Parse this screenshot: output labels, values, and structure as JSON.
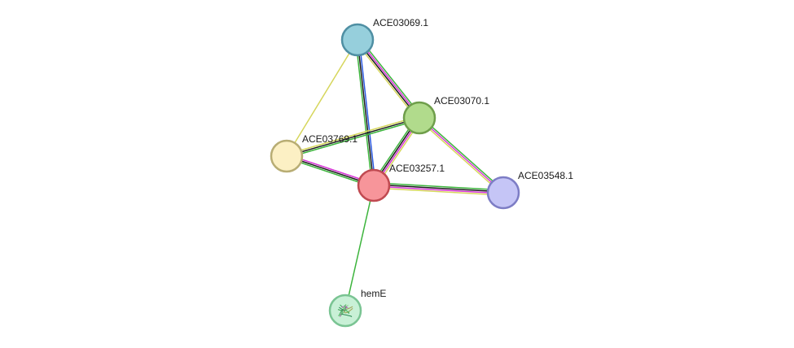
{
  "nodes": [
    {
      "id": "ACE03069.1",
      "label": "ACE03069.1",
      "fill": "#96cfdc",
      "stroke": "#4f8fa3"
    },
    {
      "id": "ACE03070.1",
      "label": "ACE03070.1",
      "fill": "#b1db8c",
      "stroke": "#6f9e4b"
    },
    {
      "id": "ACE03769.1",
      "label": "ACE03769.1",
      "fill": "#fcf0c4",
      "stroke": "#b8ad74"
    },
    {
      "id": "ACE03257.1",
      "label": "ACE03257.1",
      "fill": "#f7959a",
      "stroke": "#c04a51"
    },
    {
      "id": "ACE03548.1",
      "label": "ACE03548.1",
      "fill": "#c5c5f6",
      "stroke": "#7d7dc5"
    },
    {
      "id": "hemE",
      "label": "hemE",
      "fill": "#c8f0d6",
      "stroke": "#7ac493",
      "has_structure": true
    }
  ],
  "edges": [
    {
      "source": "ACE03069.1",
      "target": "ACE03257.1",
      "evidence_colors": [
        "#2a58e0",
        "#1b1b1b",
        "#3cb43c"
      ]
    },
    {
      "source": "ACE03069.1",
      "target": "ACE03070.1",
      "evidence_colors": [
        "#3cb43c",
        "#d633d6",
        "#1b1b1b",
        "#d6d65c"
      ]
    },
    {
      "source": "ACE03069.1",
      "target": "ACE03769.1",
      "evidence_colors": [
        "#d6d65c"
      ]
    },
    {
      "source": "ACE03070.1",
      "target": "ACE03769.1",
      "evidence_colors": [
        "#3cb43c",
        "#1b1b1b",
        "#d6d65c"
      ]
    },
    {
      "source": "ACE03070.1",
      "target": "ACE03257.1",
      "evidence_colors": [
        "#d6d65c",
        "#d633d6",
        "#1b1b1b",
        "#3cb43c"
      ]
    },
    {
      "source": "ACE03070.1",
      "target": "ACE03548.1",
      "evidence_colors": [
        "#3cb43c",
        "#d633d6",
        "#d6d65c"
      ]
    },
    {
      "source": "ACE03769.1",
      "target": "ACE03257.1",
      "evidence_colors": [
        "#d633d6",
        "#1b1b1b",
        "#3cb43c"
      ]
    },
    {
      "source": "ACE03257.1",
      "target": "ACE03548.1",
      "evidence_colors": [
        "#3cb43c",
        "#1b1b1b",
        "#d633d6",
        "#d6d65c"
      ]
    },
    {
      "source": "ACE03257.1",
      "target": "hemE",
      "evidence_colors": [
        "#3cb43c"
      ]
    }
  ]
}
